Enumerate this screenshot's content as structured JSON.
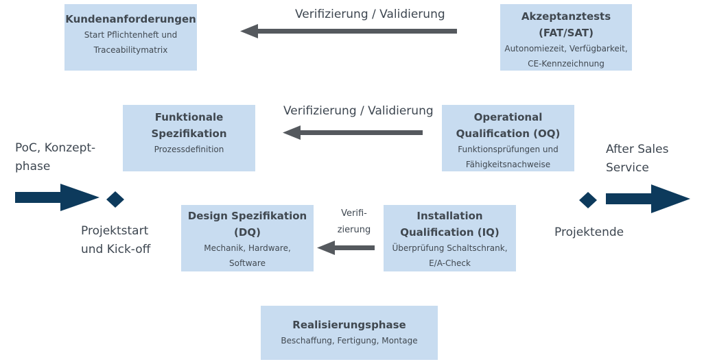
{
  "boxes": {
    "kunden": {
      "title": "Kundenanforderungen",
      "sub1": "Start Pflichtenheft und",
      "sub2": "Traceabilitymatrix"
    },
    "akzeptanz": {
      "title1": "Akzeptanztests",
      "title2": "(FAT/SAT)",
      "sub1": "Autonomiezeit, Verfügbarkeit,",
      "sub2": "CE-Kennzeichnung"
    },
    "funktional": {
      "title1": "Funktionale",
      "title2": "Spezifikation",
      "sub1": "Prozessdefinition"
    },
    "oq": {
      "title1": "Operational",
      "title2": "Qualification (OQ)",
      "sub1": "Funktionsprüfungen und",
      "sub2": "Fähigkeitsnachweise"
    },
    "design": {
      "title1": "Design Spezifikation",
      "title2": "(DQ)",
      "sub1": "Mechanik, Hardware,",
      "sub2": "Software"
    },
    "iq": {
      "title1": "Installation",
      "title2": "Qualification (IQ)",
      "sub1": "Überprüfung Schaltschrank,",
      "sub2": "E/A-Check"
    },
    "realisierung": {
      "title": "Realisierungsphase",
      "sub1": "Beschaffung, Fertigung, Montage"
    }
  },
  "arrows": {
    "top": "Verifizierung / Validierung",
    "mid": "Verifizierung / Validierung",
    "low1": "Verifi-",
    "low2": "zierung"
  },
  "labels": {
    "poc1": "PoC, Konzept-",
    "poc2": "phase",
    "start1": "Projektstart",
    "start2": "und Kick-off",
    "ende": "Projektende",
    "after1": "After Sales",
    "after2": "Service"
  },
  "colors": {
    "box_fill": "#c8dcf0",
    "arrow_gray": "#55595e",
    "navy": "#0d3a5c",
    "text": "#3d4650"
  }
}
